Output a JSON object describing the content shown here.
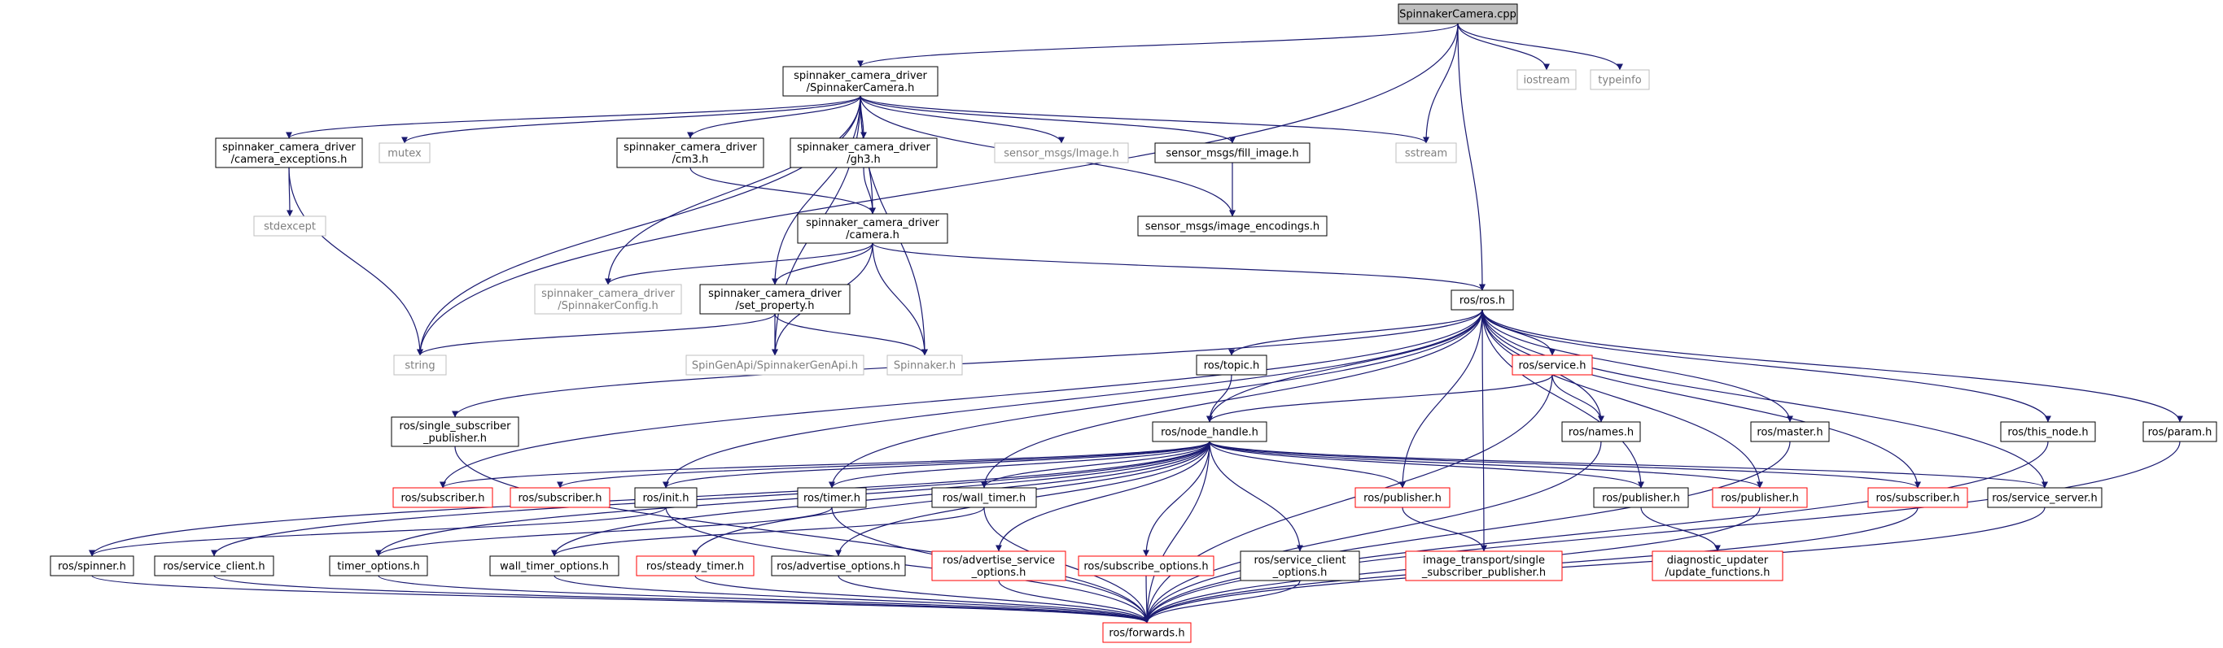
{
  "graph": {
    "colors": {
      "edge": "#191970",
      "border_doc": "#000000",
      "border_missing": "#bfbfbf",
      "border_partial": "#ff0000",
      "root_fill": "#bfbfbf",
      "text": "#000000",
      "text_missing": "#7f7f7f"
    },
    "nodes": [
      {
        "id": "root",
        "lines": [
          "SpinnakerCamera.cpp"
        ],
        "style": "root"
      },
      {
        "id": "sc_h",
        "lines": [
          "spinnaker_camera_driver",
          "/SpinnakerCamera.h"
        ],
        "style": "doc"
      },
      {
        "id": "iostream",
        "lines": [
          "iostream"
        ],
        "style": "missing"
      },
      {
        "id": "typeinfo",
        "lines": [
          "typeinfo"
        ],
        "style": "missing"
      },
      {
        "id": "sstream",
        "lines": [
          "sstream"
        ],
        "style": "missing"
      },
      {
        "id": "string",
        "lines": [
          "string"
        ],
        "style": "missing"
      },
      {
        "id": "mutex",
        "lines": [
          "mutex"
        ],
        "style": "missing"
      },
      {
        "id": "cam_exc",
        "lines": [
          "spinnaker_camera_driver",
          "/camera_exceptions.h"
        ],
        "style": "doc"
      },
      {
        "id": "stdexcept",
        "lines": [
          "stdexcept"
        ],
        "style": "missing"
      },
      {
        "id": "cm3",
        "lines": [
          "spinnaker_camera_driver",
          "/cm3.h"
        ],
        "style": "doc"
      },
      {
        "id": "gh3",
        "lines": [
          "spinnaker_camera_driver",
          "/gh3.h"
        ],
        "style": "doc"
      },
      {
        "id": "msg_image",
        "lines": [
          "sensor_msgs/Image.h"
        ],
        "style": "missing"
      },
      {
        "id": "fill_image",
        "lines": [
          "sensor_msgs/fill_image.h"
        ],
        "style": "doc"
      },
      {
        "id": "img_enc",
        "lines": [
          "sensor_msgs/image_encodings.h"
        ],
        "style": "doc"
      },
      {
        "id": "camera_h",
        "lines": [
          "spinnaker_camera_driver",
          "/camera.h"
        ],
        "style": "doc"
      },
      {
        "id": "sp_config",
        "lines": [
          "spinnaker_camera_driver",
          "/SpinnakerConfig.h"
        ],
        "style": "missing"
      },
      {
        "id": "set_prop",
        "lines": [
          "spinnaker_camera_driver",
          "/set_property.h"
        ],
        "style": "doc"
      },
      {
        "id": "genapi",
        "lines": [
          "SpinGenApi/SpinnakerGenApi.h"
        ],
        "style": "missing"
      },
      {
        "id": "spinnaker",
        "lines": [
          "Spinnaker.h"
        ],
        "style": "missing"
      },
      {
        "id": "ros_h",
        "lines": [
          "ros/ros.h"
        ],
        "style": "doc"
      },
      {
        "id": "topic",
        "lines": [
          "ros/topic.h"
        ],
        "style": "doc"
      },
      {
        "id": "service",
        "lines": [
          "ros/service.h"
        ],
        "style": "partial"
      },
      {
        "id": "names",
        "lines": [
          "ros/names.h"
        ],
        "style": "doc"
      },
      {
        "id": "master",
        "lines": [
          "ros/master.h"
        ],
        "style": "doc"
      },
      {
        "id": "this_node",
        "lines": [
          "ros/this_node.h"
        ],
        "style": "doc"
      },
      {
        "id": "param",
        "lines": [
          "ros/param.h"
        ],
        "style": "doc"
      },
      {
        "id": "single_sub",
        "lines": [
          "ros/single_subscriber",
          "_publisher.h"
        ],
        "style": "doc"
      },
      {
        "id": "node_handle",
        "lines": [
          "ros/node_handle.h"
        ],
        "style": "doc"
      },
      {
        "id": "sub1",
        "lines": [
          "ros/subscriber.h"
        ],
        "style": "partial"
      },
      {
        "id": "sub2",
        "lines": [
          "ros/subscriber.h"
        ],
        "style": "partial"
      },
      {
        "id": "init",
        "lines": [
          "ros/init.h"
        ],
        "style": "doc"
      },
      {
        "id": "timer",
        "lines": [
          "ros/timer.h"
        ],
        "style": "doc"
      },
      {
        "id": "wall_timer",
        "lines": [
          "ros/wall_timer.h"
        ],
        "style": "doc"
      },
      {
        "id": "pub1",
        "lines": [
          "ros/publisher.h"
        ],
        "style": "partial"
      },
      {
        "id": "pub2",
        "lines": [
          "ros/publisher.h"
        ],
        "style": "doc"
      },
      {
        "id": "pub3",
        "lines": [
          "ros/publisher.h"
        ],
        "style": "partial"
      },
      {
        "id": "sub3",
        "lines": [
          "ros/subscriber.h"
        ],
        "style": "partial"
      },
      {
        "id": "srv_server",
        "lines": [
          "ros/service_server.h"
        ],
        "style": "doc"
      },
      {
        "id": "spinner",
        "lines": [
          "ros/spinner.h"
        ],
        "style": "doc"
      },
      {
        "id": "srv_client",
        "lines": [
          "ros/service_client.h"
        ],
        "style": "doc"
      },
      {
        "id": "timer_opts",
        "lines": [
          "timer_options.h"
        ],
        "style": "doc"
      },
      {
        "id": "wall_timer_opts",
        "lines": [
          "wall_timer_options.h"
        ],
        "style": "doc"
      },
      {
        "id": "steady_timer",
        "lines": [
          "ros/steady_timer.h"
        ],
        "style": "partial"
      },
      {
        "id": "adv_opts",
        "lines": [
          "ros/advertise_options.h"
        ],
        "style": "doc"
      },
      {
        "id": "adv_srv_opts",
        "lines": [
          "ros/advertise_service",
          "_options.h"
        ],
        "style": "partial"
      },
      {
        "id": "sub_opts",
        "lines": [
          "ros/subscribe_options.h"
        ],
        "style": "partial"
      },
      {
        "id": "srv_client_opts",
        "lines": [
          "ros/service_client",
          "_options.h"
        ],
        "style": "doc"
      },
      {
        "id": "img_transport",
        "lines": [
          "image_transport/single",
          "_subscriber_publisher.h"
        ],
        "style": "partial"
      },
      {
        "id": "diag",
        "lines": [
          "diagnostic_updater",
          "/update_functions.h"
        ],
        "style": "partial"
      },
      {
        "id": "forwards",
        "lines": [
          "ros/forwards.h"
        ],
        "style": "partial"
      }
    ]
  }
}
